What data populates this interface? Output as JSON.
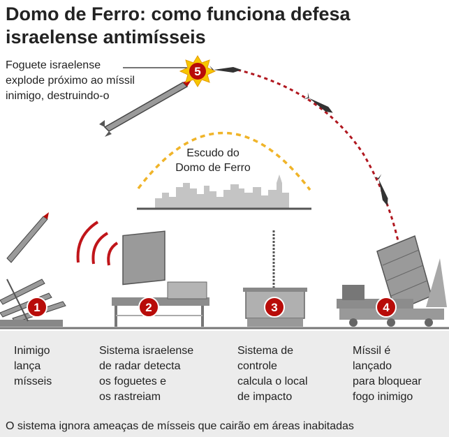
{
  "title": "Domo de Ferro: como funciona defesa israelense antimísseis",
  "annotation": "Foguete israelense\nexplode próximo ao míssil\ninimigo, destruindo-o",
  "shield_label": "Escudo do\nDomo de Ferro",
  "steps": [
    {
      "number": "1",
      "text": "Inimigo\nlança\nmísseis"
    },
    {
      "number": "2",
      "text": "Sistema israelense\nde radar detecta\nos foguetes e\nos rastreiam"
    },
    {
      "number": "3",
      "text": "Sistema de\ncontrole\ncalcula o local\nde impacto"
    },
    {
      "number": "4",
      "text": "Míssil é\nlançado\npara bloquear\nfogo inimigo"
    }
  ],
  "explosion_number": "5",
  "footer": "O sistema ignora ameaças de mísseis que cairão em áreas inabitadas",
  "colors": {
    "badge_red": "#b80c09",
    "equipment_gray": "#8c8c8c",
    "shield_dash": "#f0b429",
    "trajectory_red": "#b0171f",
    "band_gray": "#ececec"
  }
}
